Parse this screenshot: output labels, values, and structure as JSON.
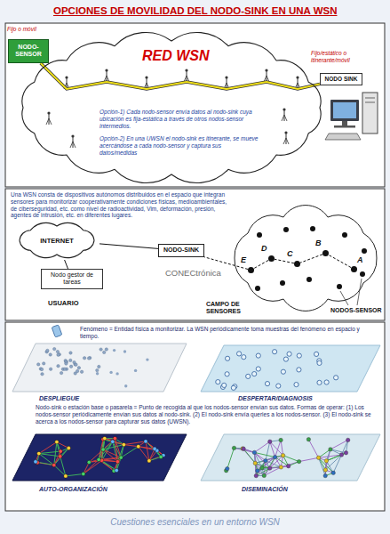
{
  "diagram": {
    "title": "OPCIONES DE MOVILIDAD DEL NODO-SINK EN UNA WSN",
    "caption": "Cuestiones esenciales en un entorno WSN",
    "nodes": [
      {
        "text": [
          "RED WSN",
          "Opción-1) Cada nodo-sensor envía datos al nodo-sink cuya ubicación es fija-estática a través de otros nodos-sensor intermedios.",
          "Opción-2) En una UWSN el nodo-sink es itinerante, se mueve acercándose a cada nodo-sensor y captura sus datos/medidas"
        ]
      },
      {
        "text": [
          "NODO-SENSOR"
        ]
      },
      {
        "text": [
          "NODO SINK"
        ]
      },
      {
        "text": [
          "INTERNET"
        ]
      },
      {
        "text": [
          "NODO-SINK"
        ]
      },
      {
        "text": [
          "Nodo gestor de tareas"
        ]
      },
      {
        "text": [
          "E"
        ]
      },
      {
        "text": [
          "D"
        ]
      },
      {
        "text": [
          "C"
        ]
      },
      {
        "text": [
          "B"
        ]
      },
      {
        "text": [
          "A"
        ]
      }
    ],
    "edges": [
      {
        "from": 1,
        "to": 2,
        "arrow": "none"
      },
      {
        "from": 3,
        "to": 4,
        "arrow": "none"
      },
      {
        "from": 5,
        "to": 3,
        "arrow": "none"
      },
      {
        "from": 6,
        "to": 4,
        "arrow": "none"
      },
      {
        "from": 10,
        "to": 9,
        "arrow": "none"
      },
      {
        "from": 9,
        "to": 8,
        "arrow": "none"
      },
      {
        "from": 8,
        "to": 7,
        "arrow": "none"
      },
      {
        "from": 7,
        "to": 6,
        "arrow": "none"
      }
    ],
    "labels": [
      "Fijo o móvil",
      "Fijo/estático o itinerante/móvil",
      "Una WSN consta de dispositivos autónomos distribuidos en el espacio que integran sensores para monitorizar cooperativamente condiciones físicas, medioambientales, de ciberseguridad, etc. como nivel de radioactividad, Vim, deformación, presión, agentes de intrusión, etc. en diferentes lugares.",
      "CONECtrónica",
      "USUARIO",
      "CAMPO DE SENSORES",
      "NODOS-SENSOR",
      "Fenómeno = Entidad física a monitorizar. La WSN periódicamente toma muestras del fenómeno en espacio y tiempo.",
      "DESPLIEGUE",
      "DESPERTAR/DIAGNOSIS",
      "Nodo-sink o estación base o pasarela = Punto de recogida al que los nodos-sensor envían sus datos. Formas de operar: (1) Los nodos-sensor periódicamente envían sus datos al nodo-sink. (2) El nodo-sink envía queries a los nodos-sensor. (3) El nodo-sink se acerca a los nodos-sensor para capturar sus datos (UWSN).",
      "AUTO-ORGANIZACIÓN",
      "DISEMINACIÓN"
    ]
  }
}
